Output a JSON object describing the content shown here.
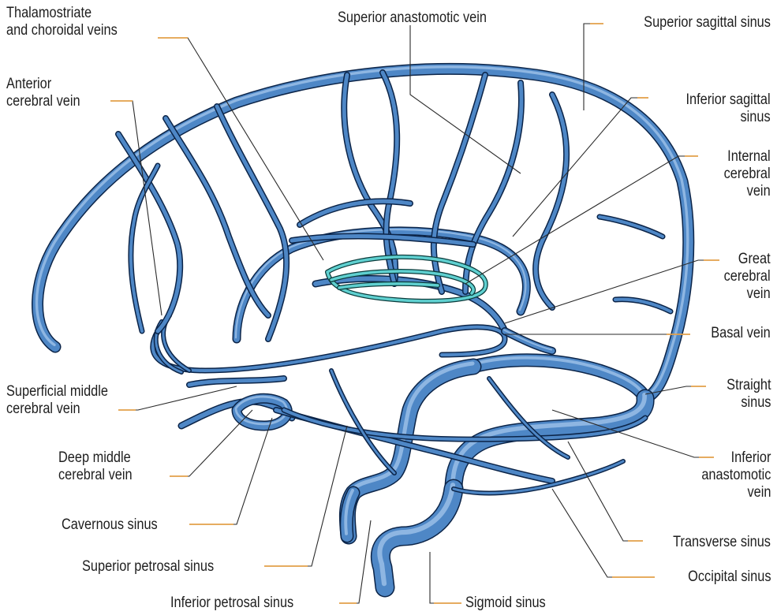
{
  "colors": {
    "vein": "#4e87c6",
    "vein_outline": "#0b2448",
    "vein_highlight": "#a9caee",
    "basal_vein": "#5b3fa0",
    "choroidal_plexus": "#5fd0d0",
    "leader_orange": "#e3a04a",
    "leader_dark": "#2a2a2a",
    "text": "#1e1e1e"
  },
  "labels": {
    "thalamostriate": [
      "Thalamostriate",
      "and choroidal veins"
    ],
    "superior_anastomotic": [
      "Superior anastomotic vein"
    ],
    "superior_sagittal": [
      "Superior sagittal sinus"
    ],
    "anterior_cerebral": [
      "Anterior",
      "cerebral vein"
    ],
    "inferior_sagittal": [
      "Inferior sagittal",
      "sinus"
    ],
    "internal_cerebral": [
      "Internal",
      "cerebral",
      "vein"
    ],
    "great_cerebral": [
      "Great",
      "cerebral",
      "vein"
    ],
    "basal": [
      "Basal vein"
    ],
    "superficial_middle": [
      "Superficial middle",
      "cerebral vein"
    ],
    "straight": [
      "Straight",
      "sinus"
    ],
    "deep_middle": [
      "Deep middle",
      "cerebral vein"
    ],
    "inferior_anastomotic": [
      "Inferior",
      "anastomotic",
      "vein"
    ],
    "cavernous": [
      "Cavernous sinus"
    ],
    "transverse": [
      "Transverse sinus"
    ],
    "superior_petrosal": [
      "Superior petrosal sinus"
    ],
    "occipital": [
      "Occipital sinus"
    ],
    "inferior_petrosal": [
      "Inferior petrosal sinus"
    ],
    "sigmoid": [
      "Sigmoid sinus"
    ]
  }
}
